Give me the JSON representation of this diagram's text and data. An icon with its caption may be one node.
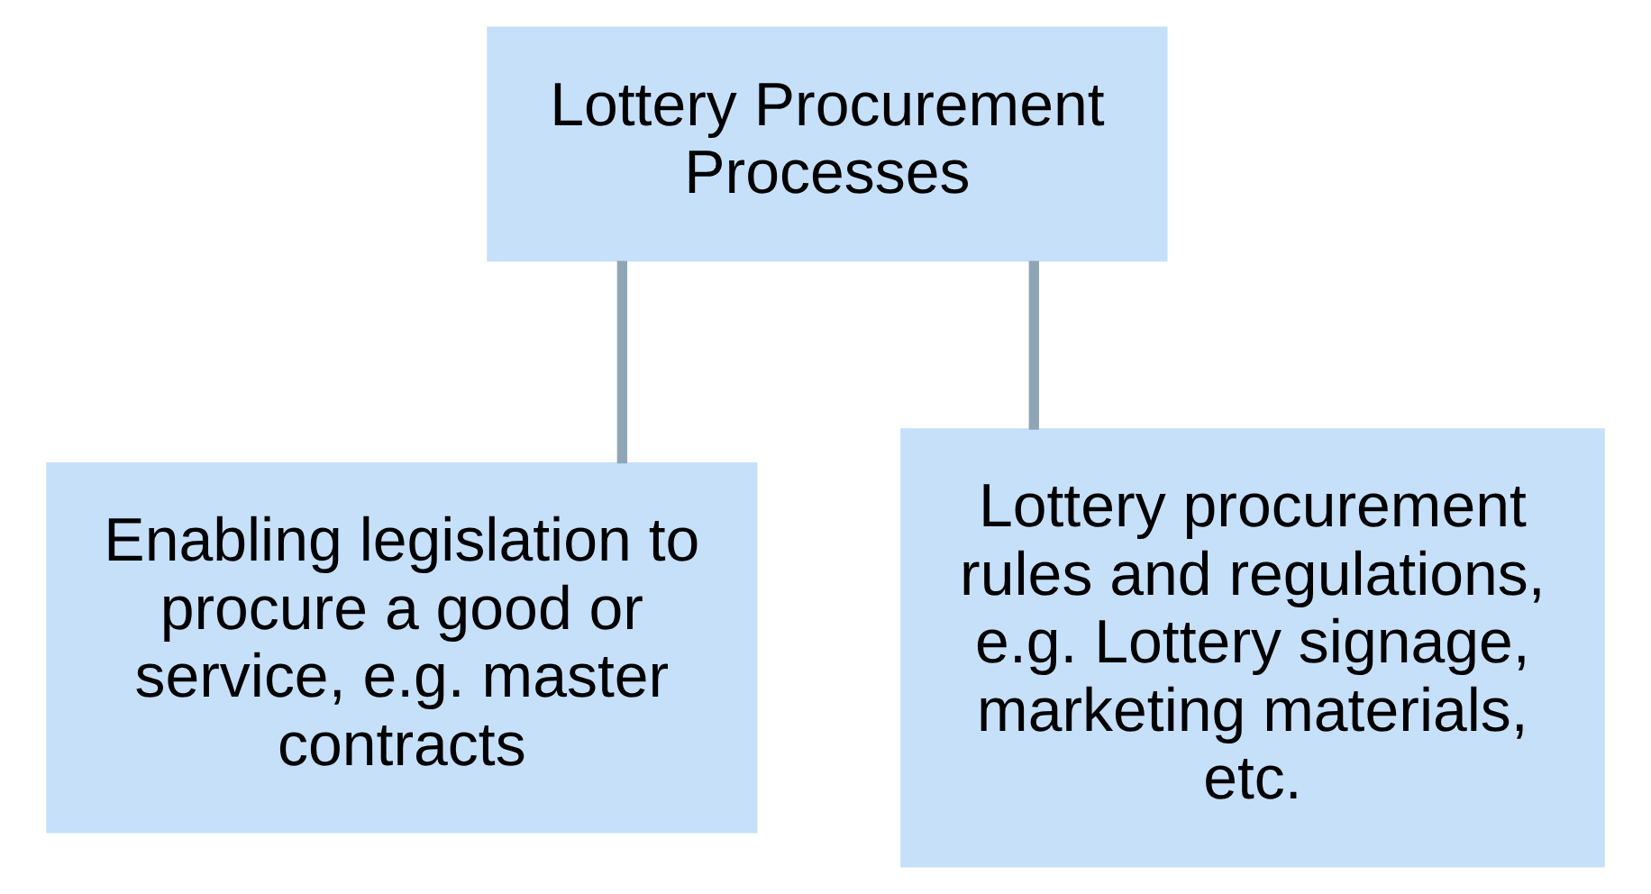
{
  "diagram": {
    "nodes": [
      {
        "text": [
          "Lottery Procurement Processes"
        ]
      },
      {
        "text": [
          "Enabling legislation to procure a good or service, e.g. master contracts"
        ]
      },
      {
        "text": [
          "Lottery procurement rules and regulations, e.g. Lottery signage, marketing materials, etc."
        ]
      }
    ],
    "edges": [
      {
        "from": 0,
        "to": 1,
        "arrow": "none"
      },
      {
        "from": 0,
        "to": 2,
        "arrow": "none"
      }
    ]
  }
}
